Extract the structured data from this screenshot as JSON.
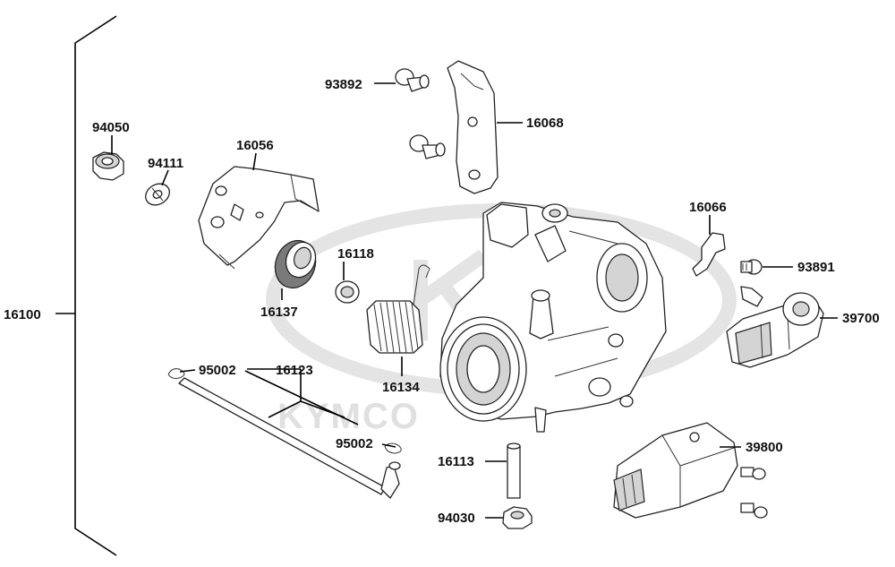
{
  "watermark": {
    "brand": "KYMCO"
  },
  "parts": [
    {
      "id": "p16100",
      "label": "16100"
    },
    {
      "id": "p94050",
      "label": "94050"
    },
    {
      "id": "p94111",
      "label": "94111"
    },
    {
      "id": "p16056",
      "label": "16056"
    },
    {
      "id": "p93892",
      "label": "93892"
    },
    {
      "id": "p16068",
      "label": "16068"
    },
    {
      "id": "p16066",
      "label": "16066"
    },
    {
      "id": "p93891",
      "label": "93891"
    },
    {
      "id": "p39700",
      "label": "39700"
    },
    {
      "id": "p16118",
      "label": "16118"
    },
    {
      "id": "p16137",
      "label": "16137"
    },
    {
      "id": "p16134",
      "label": "16134"
    },
    {
      "id": "p95002a",
      "label": "95002"
    },
    {
      "id": "p16123",
      "label": "16123"
    },
    {
      "id": "p95002b",
      "label": "95002"
    },
    {
      "id": "p16113",
      "label": "16113"
    },
    {
      "id": "p39800",
      "label": "39800"
    },
    {
      "id": "p94030",
      "label": "94030"
    }
  ]
}
